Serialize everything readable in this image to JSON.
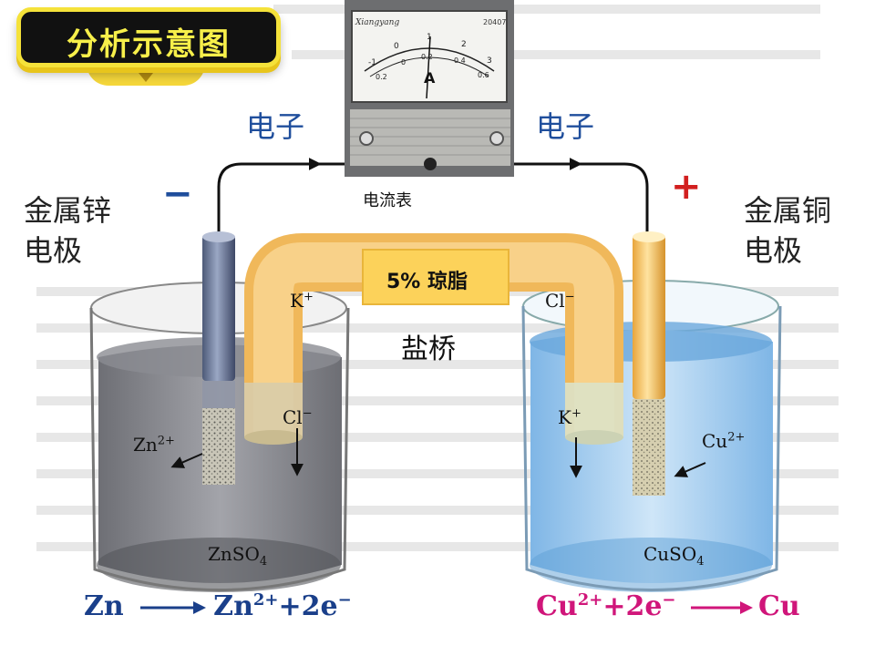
{
  "title": "分析示意图",
  "electron_left": "电子",
  "electron_right": "电子",
  "ammeter": {
    "caption": "电流表",
    "unit": "A",
    "brand": "Xiangyang",
    "model": "20407",
    "upper_scale": [
      "-1",
      "0",
      "1",
      "2",
      "3"
    ],
    "lower_scale": [
      "0.2",
      "0",
      "0.2",
      "0.4",
      "0.6"
    ]
  },
  "left_electrode": {
    "label_line1": "金属锌",
    "label_line2": "电极",
    "sign": "−"
  },
  "right_electrode": {
    "label_line1": "金属铜",
    "label_line2": "电极",
    "sign": "+"
  },
  "salt_bridge": {
    "material": "5% 琼脂",
    "name": "盐桥"
  },
  "ions": {
    "k_top": "K",
    "cl_top": "Cl",
    "cl_low": "Cl",
    "k_low": "K",
    "zn": "Zn",
    "cu": "Cu",
    "plus": "+",
    "minus": "−",
    "two_plus": "2+"
  },
  "left_solution": {
    "name": "ZnSO",
    "sub": "4"
  },
  "right_solution": {
    "name": "CuSO",
    "sub": "4"
  },
  "equations": {
    "left": {
      "reactant": "Zn",
      "product": "Zn",
      "product_charge": "2+",
      "tail": "+2e",
      "tail_charge": "−"
    },
    "right": {
      "reactant": "Cu",
      "reactant_charge": "2+",
      "mid": "+2e",
      "mid_charge": "−",
      "product": "Cu"
    }
  },
  "colors": {
    "title_text": "#f7ef4a",
    "electron_blue": "#1f4e9c",
    "anode_sign": "#1f4e9c",
    "cathode_sign": "#d21f1f",
    "left_eq": "#1a3f8a",
    "right_eq": "#d0167a",
    "salt_bridge": "#f3c36a",
    "copper_solution": "#9cc9ee",
    "zinc_solution": "#8d8e94"
  }
}
